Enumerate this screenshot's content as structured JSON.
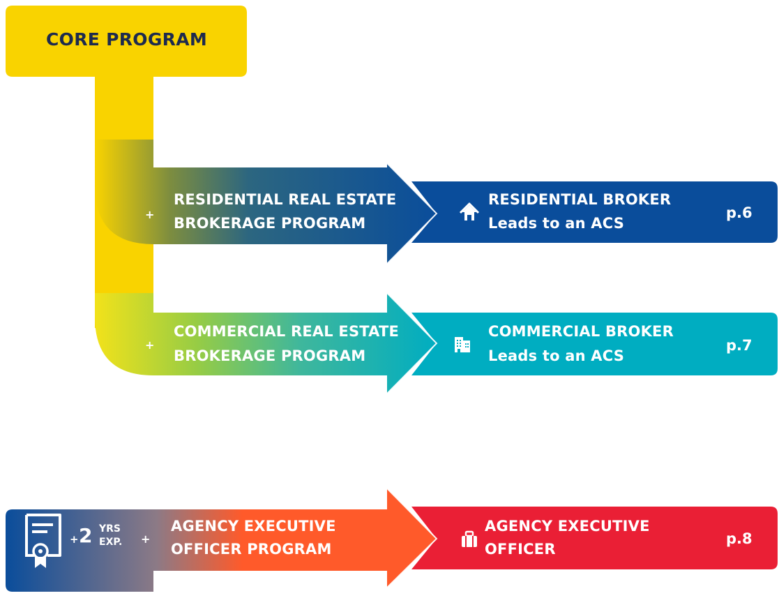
{
  "core": {
    "title": "CORE PROGRAM"
  },
  "paths": [
    {
      "plus": "+",
      "program_line1": "RESIDENTIAL REAL ESTATE",
      "program_line2": "BROKERAGE PROGRAM",
      "outcome_line1": "RESIDENTIAL BROKER",
      "outcome_line2": "Leads to an ACS",
      "page": "p.6",
      "icon": "house-icon",
      "color": "#0a4d9b"
    },
    {
      "plus": "+",
      "program_line1": "COMMERCIAL REAL ESTATE",
      "program_line2": "BROKERAGE PROGRAM",
      "outcome_line1": "COMMERCIAL BROKER",
      "outcome_line2": "Leads to an ACS",
      "page": "p.7",
      "icon": "office-building-icon",
      "color": "#00adc1"
    },
    {
      "prefix_plus": "+",
      "years": "2",
      "yrs_line1": "YRS",
      "yrs_line2": "EXP.",
      "plus": "+",
      "program_line1": "AGENCY EXECUTIVE",
      "program_line2": "OFFICER PROGRAM",
      "outcome_line1": "AGENCY EXECUTIVE",
      "outcome_line2": "OFFICER",
      "page": "p.8",
      "icon": "briefcase-icon",
      "badge_icon": "certificate-icon",
      "color": "#ea1f35"
    }
  ],
  "colors": {
    "yellow": "#f9d300",
    "navy": "#0a4d9b",
    "teal": "#00adc1",
    "red": "#ea1f35",
    "orange": "#ff5a2a",
    "title_text": "#1d2a4e"
  }
}
